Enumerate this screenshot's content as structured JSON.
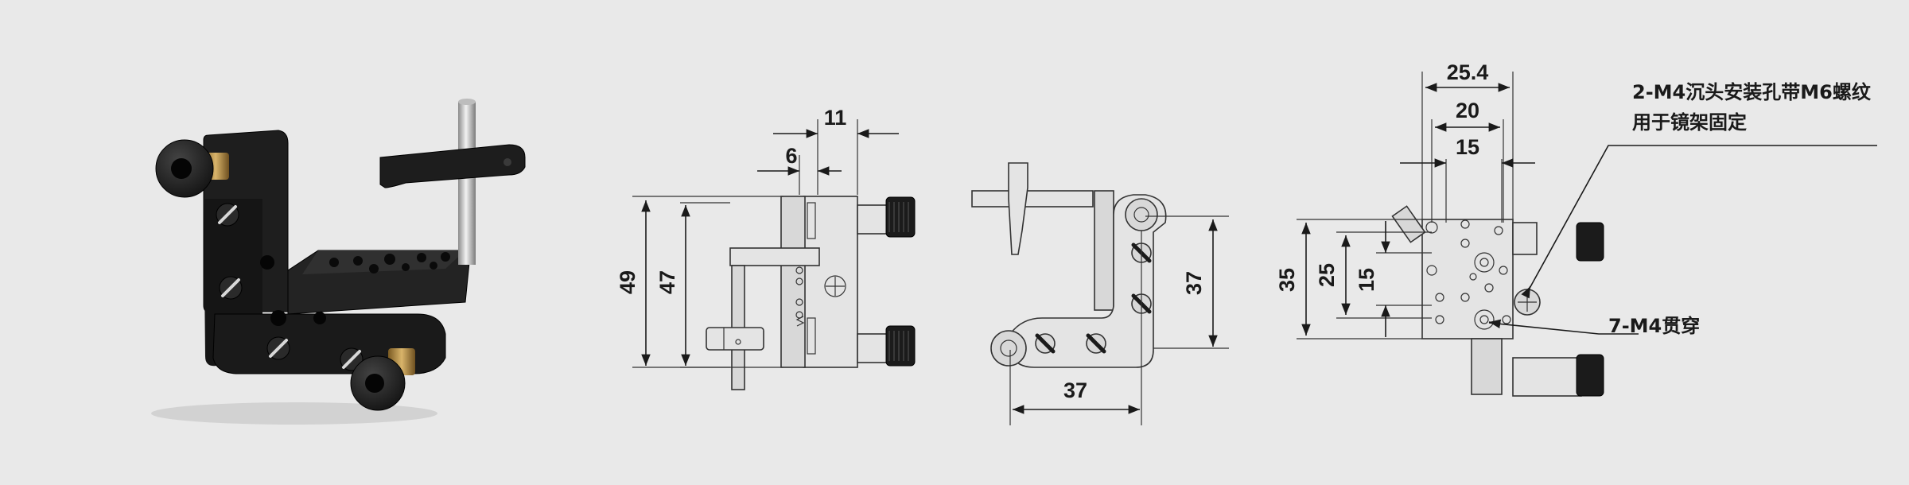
{
  "view_front": {
    "dim_top_outer": "11",
    "dim_top_inner": "6",
    "dim_left_outer": "49",
    "dim_left_inner": "47"
  },
  "view_side": {
    "dim_right": "37",
    "dim_bottom": "37"
  },
  "view_top": {
    "dim_w_outer": "25.4",
    "dim_w_mid": "20",
    "dim_w_inner": "15",
    "dim_h_outer": "35",
    "dim_h_mid": "25",
    "dim_h_inner": "15",
    "note_1_line1": "2-M4沉头安装孔带M6螺纹",
    "note_1_line2": "用于镜架固定",
    "note_2": "7-M4贯穿"
  },
  "colors": {
    "background": "#e9e9e9",
    "line": "#1a1a1a",
    "anodized_black": "#1b1b1b",
    "brass": "#b8924a"
  }
}
